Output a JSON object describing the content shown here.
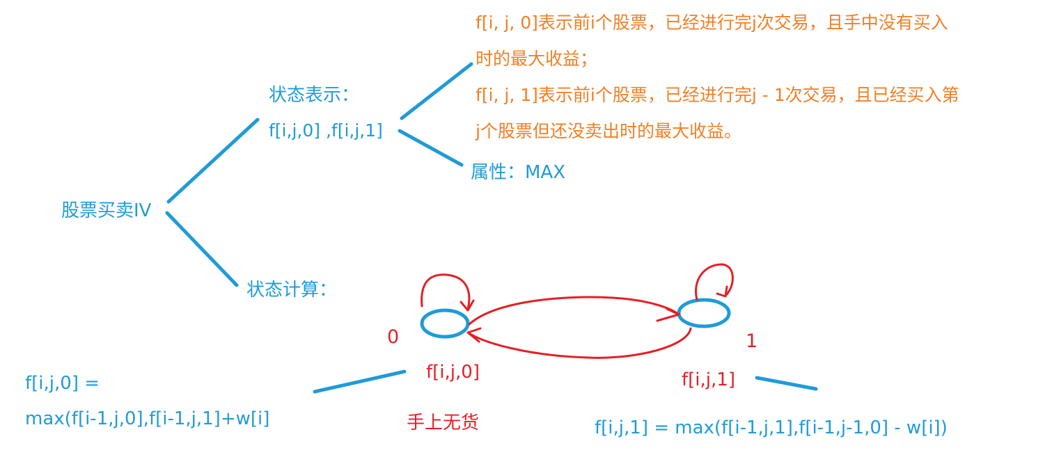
{
  "root": {
    "label": "股票买卖IV"
  },
  "state_representation": {
    "heading": "状态表示：",
    "vars": "f[i,j,0] ,f[i,j,1]",
    "def_0_line1": "f[i, j, 0]表示前i个股票，已经进行完j次交易，且手中没有买入",
    "def_0_line2": "时的最大收益；",
    "def_1_line1": "f[i, j, 1]表示前i个股票，已经进行完j - 1次交易，且已经买入第",
    "def_1_line2": "j个股票但还没卖出时的最大收益。",
    "attribute": "属性：MAX"
  },
  "state_computation": {
    "heading": "状态计算：",
    "state_0": {
      "number": "0",
      "label": "f[i,j,0]",
      "note": "手上无货"
    },
    "state_1": {
      "number": "1",
      "label": "f[i,j,1]"
    },
    "formula_0_line1": "f[i,j,0] =",
    "formula_0_line2": "max(f[i-1,j,0],f[i-1,j,1]+w[i]",
    "formula_1": "f[i,j,1] = max(f[i-1,j,1],f[i-1,j-1,0] - w[i])"
  },
  "colors": {
    "blue": "#1f9bd7",
    "orange": "#f27f25",
    "red": "#e41f26"
  }
}
